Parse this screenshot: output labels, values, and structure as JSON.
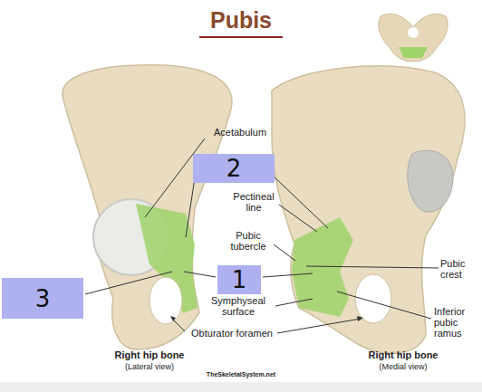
{
  "diagram": {
    "title": "Pubis",
    "nodes": [
      {
        "text": [
          "2"
        ]
      },
      {
        "text": [
          "1"
        ]
      },
      {
        "text": [
          "3"
        ]
      }
    ],
    "edges": [],
    "labels": [
      "Acetabulum",
      "Pectineal line",
      "Pubic tubercle",
      "Pubic crest",
      "Symphyseal surface",
      "Inferior pubic ramus",
      "Obturator foramen",
      "Right hip bone",
      "(Lateral view)",
      "Right hip bone",
      "(Medial view)",
      "TheSkeletalSystem.net"
    ]
  }
}
